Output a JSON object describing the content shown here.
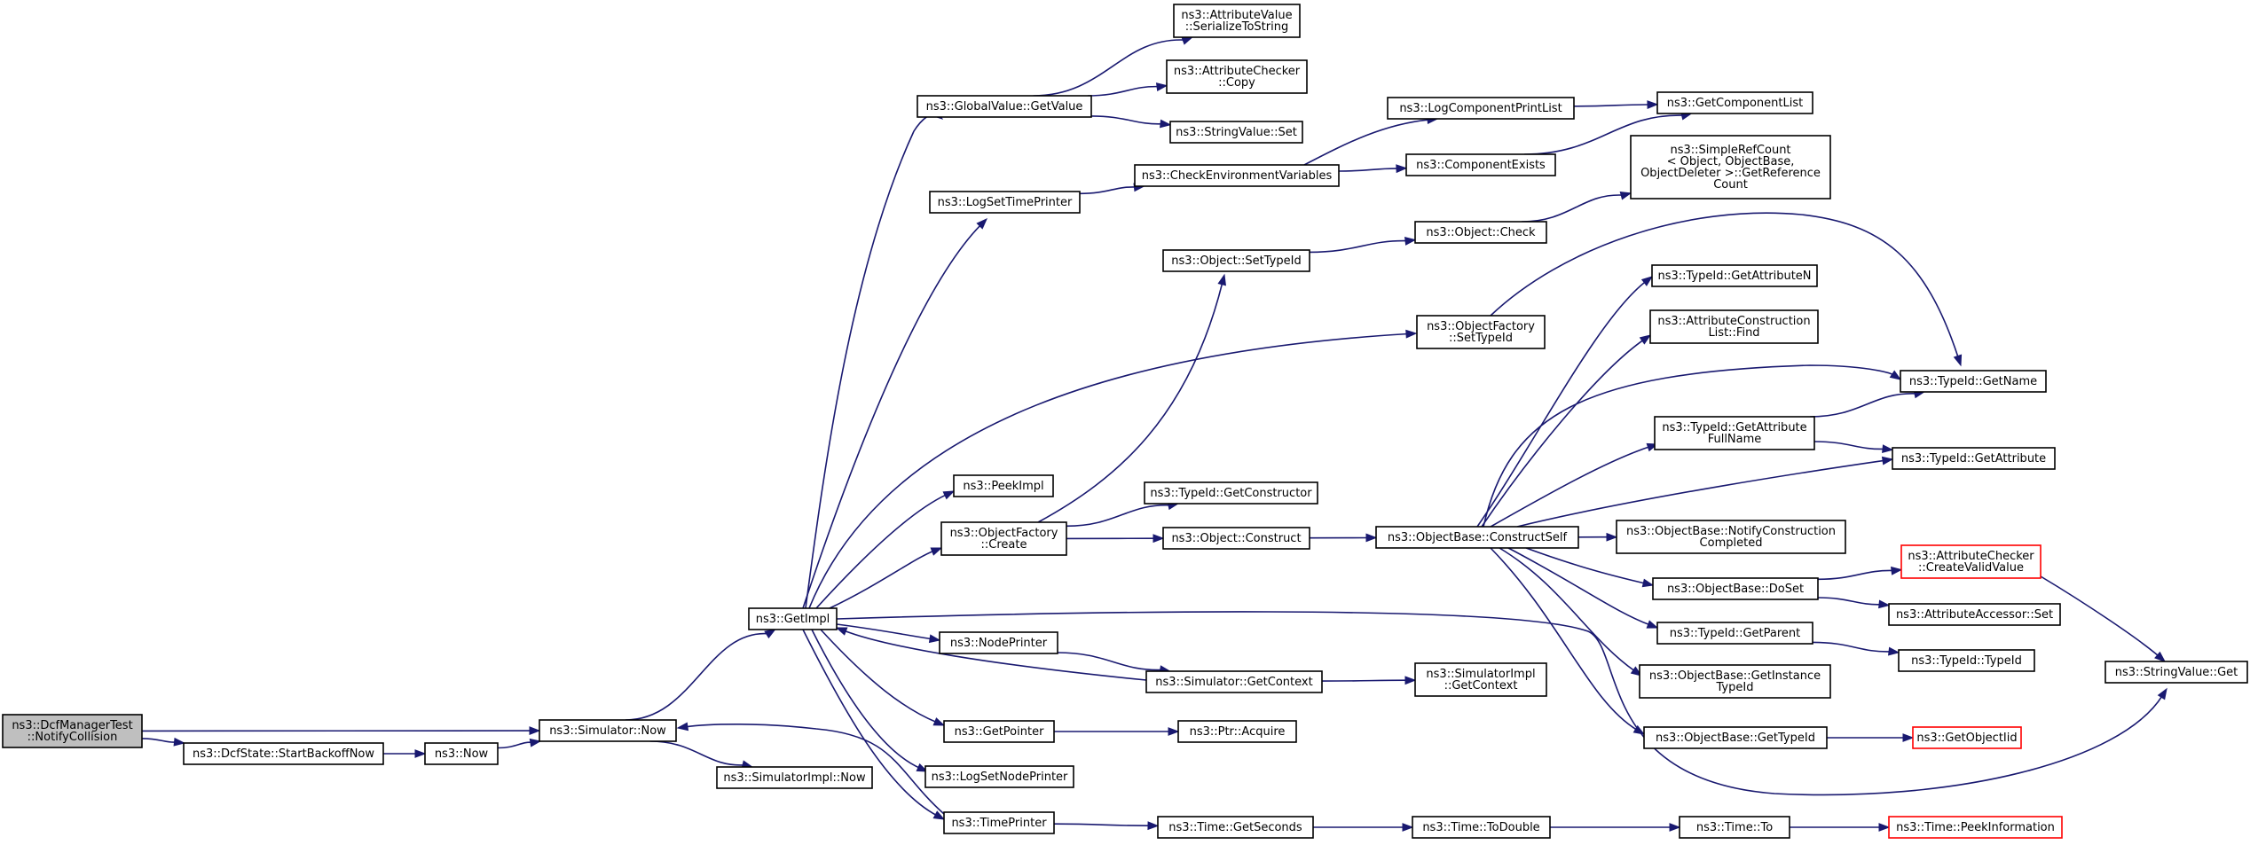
{
  "graph": {
    "nodes": [
      {
        "id": "root",
        "lines": [
          "ns3::DcfManagerTest",
          "::NotifyCollision"
        ],
        "style": "root"
      },
      {
        "id": "startBackoff",
        "lines": [
          "ns3::DcfState::StartBackoffNow"
        ]
      },
      {
        "id": "now",
        "lines": [
          "ns3::Now"
        ]
      },
      {
        "id": "simNow",
        "lines": [
          "ns3::Simulator::Now"
        ]
      },
      {
        "id": "simImplNow",
        "lines": [
          "ns3::SimulatorImpl::Now"
        ]
      },
      {
        "id": "getImpl",
        "lines": [
          "ns3::GetImpl"
        ]
      },
      {
        "id": "gvGetValue",
        "lines": [
          "ns3::GlobalValue::GetValue"
        ]
      },
      {
        "id": "avSerialize",
        "lines": [
          "ns3::AttributeValue",
          "::SerializeToString"
        ]
      },
      {
        "id": "acCopy",
        "lines": [
          "ns3::AttributeChecker",
          "::Copy"
        ]
      },
      {
        "id": "svSet",
        "lines": [
          "ns3::StringValue::Set"
        ]
      },
      {
        "id": "logSetTime",
        "lines": [
          "ns3::LogSetTimePrinter"
        ]
      },
      {
        "id": "checkEnv",
        "lines": [
          "ns3::CheckEnvironmentVariables"
        ]
      },
      {
        "id": "logCompPrint",
        "lines": [
          "ns3::LogComponentPrintList"
        ]
      },
      {
        "id": "getCompList",
        "lines": [
          "ns3::GetComponentList"
        ]
      },
      {
        "id": "compExists",
        "lines": [
          "ns3::ComponentExists"
        ]
      },
      {
        "id": "simpleRef",
        "lines": [
          "ns3::SimpleRefCount",
          "< Object, ObjectBase,",
          " ObjectDeleter >::GetReference",
          "Count"
        ]
      },
      {
        "id": "objSetTypeId",
        "lines": [
          "ns3::Object::SetTypeId"
        ]
      },
      {
        "id": "objCheck",
        "lines": [
          "ns3::Object::Check"
        ]
      },
      {
        "id": "ofSetTypeId",
        "lines": [
          "ns3::ObjectFactory",
          "::SetTypeId"
        ]
      },
      {
        "id": "tidGetAttrN",
        "lines": [
          "ns3::TypeId::GetAttributeN"
        ]
      },
      {
        "id": "acListFind",
        "lines": [
          "ns3::AttributeConstruction",
          "List::Find"
        ]
      },
      {
        "id": "tidGetName",
        "lines": [
          "ns3::TypeId::GetName"
        ]
      },
      {
        "id": "tidGetAttrFull",
        "lines": [
          "ns3::TypeId::GetAttribute",
          "FullName"
        ]
      },
      {
        "id": "tidGetAttr",
        "lines": [
          "ns3::TypeId::GetAttribute"
        ]
      },
      {
        "id": "peekImpl",
        "lines": [
          "ns3::PeekImpl"
        ]
      },
      {
        "id": "tidGetCtor",
        "lines": [
          "ns3::TypeId::GetConstructor"
        ]
      },
      {
        "id": "ofCreate",
        "lines": [
          "ns3::ObjectFactory",
          "::Create"
        ]
      },
      {
        "id": "objConstruct",
        "lines": [
          "ns3::Object::Construct"
        ]
      },
      {
        "id": "obConstructSelf",
        "lines": [
          "ns3::ObjectBase::ConstructSelf"
        ]
      },
      {
        "id": "obNotifyConstr",
        "lines": [
          "ns3::ObjectBase::NotifyConstruction",
          "Completed"
        ]
      },
      {
        "id": "acCreateValid",
        "lines": [
          "ns3::AttributeChecker",
          "::CreateValidValue"
        ],
        "style": "trunc"
      },
      {
        "id": "obDoSet",
        "lines": [
          "ns3::ObjectBase::DoSet"
        ]
      },
      {
        "id": "aaSet",
        "lines": [
          "ns3::AttributeAccessor::Set"
        ]
      },
      {
        "id": "tidGetParent",
        "lines": [
          "ns3::TypeId::GetParent"
        ]
      },
      {
        "id": "tidTypeId",
        "lines": [
          "ns3::TypeId::TypeId"
        ]
      },
      {
        "id": "svGet",
        "lines": [
          "ns3::StringValue::Get"
        ]
      },
      {
        "id": "obGetInstTid",
        "lines": [
          "ns3::ObjectBase::GetInstance",
          "TypeId"
        ]
      },
      {
        "id": "obGetTypeId",
        "lines": [
          "ns3::ObjectBase::GetTypeId"
        ]
      },
      {
        "id": "getObjectIid",
        "lines": [
          "ns3::GetObjectIid"
        ],
        "style": "trunc"
      },
      {
        "id": "nodePrinter",
        "lines": [
          "ns3::NodePrinter"
        ]
      },
      {
        "id": "simGetContext",
        "lines": [
          "ns3::Simulator::GetContext"
        ]
      },
      {
        "id": "simImplGetContext",
        "lines": [
          "ns3::SimulatorImpl",
          "::GetContext"
        ]
      },
      {
        "id": "getPointer",
        "lines": [
          "ns3::GetPointer"
        ]
      },
      {
        "id": "ptrAcquire",
        "lines": [
          "ns3::Ptr::Acquire"
        ]
      },
      {
        "id": "logSetNode",
        "lines": [
          "ns3::LogSetNodePrinter"
        ]
      },
      {
        "id": "timePrinter",
        "lines": [
          "ns3::TimePrinter"
        ]
      },
      {
        "id": "timeGetSeconds",
        "lines": [
          "ns3::Time::GetSeconds"
        ]
      },
      {
        "id": "timeToDouble",
        "lines": [
          "ns3::Time::ToDouble"
        ]
      },
      {
        "id": "timeTo",
        "lines": [
          "ns3::Time::To"
        ]
      },
      {
        "id": "timePeekInfo",
        "lines": [
          "ns3::Time::PeekInformation"
        ],
        "style": "trunc"
      }
    ],
    "edges": [
      [
        "root",
        "simNow"
      ],
      [
        "root",
        "startBackoff"
      ],
      [
        "startBackoff",
        "now"
      ],
      [
        "now",
        "simNow"
      ],
      [
        "simNow",
        "getImpl"
      ],
      [
        "simNow",
        "simImplNow"
      ],
      [
        "getImpl",
        "gvGetValue"
      ],
      [
        "gvGetValue",
        "avSerialize"
      ],
      [
        "gvGetValue",
        "acCopy"
      ],
      [
        "gvGetValue",
        "svSet"
      ],
      [
        "getImpl",
        "logSetTime"
      ],
      [
        "logSetTime",
        "checkEnv"
      ],
      [
        "checkEnv",
        "logCompPrint"
      ],
      [
        "checkEnv",
        "compExists"
      ],
      [
        "logCompPrint",
        "getCompList"
      ],
      [
        "compExists",
        "getCompList"
      ],
      [
        "ofCreate",
        "objSetTypeId"
      ],
      [
        "objSetTypeId",
        "objCheck"
      ],
      [
        "objCheck",
        "simpleRef"
      ],
      [
        "getImpl",
        "ofSetTypeId"
      ],
      [
        "ofSetTypeId",
        "tidGetName"
      ],
      [
        "getImpl",
        "peekImpl"
      ],
      [
        "getImpl",
        "ofCreate"
      ],
      [
        "ofCreate",
        "tidGetCtor"
      ],
      [
        "ofCreate",
        "objConstruct"
      ],
      [
        "objConstruct",
        "obConstructSelf"
      ],
      [
        "obConstructSelf",
        "tidGetAttrN"
      ],
      [
        "obConstructSelf",
        "acListFind"
      ],
      [
        "obConstructSelf",
        "tidGetName"
      ],
      [
        "obConstructSelf",
        "tidGetAttrFull"
      ],
      [
        "tidGetAttrFull",
        "tidGetName"
      ],
      [
        "tidGetAttrFull",
        "tidGetAttr"
      ],
      [
        "obConstructSelf",
        "tidGetAttr"
      ],
      [
        "obConstructSelf",
        "obNotifyConstr"
      ],
      [
        "obConstructSelf",
        "obDoSet"
      ],
      [
        "obDoSet",
        "acCreateValid"
      ],
      [
        "obDoSet",
        "aaSet"
      ],
      [
        "acCreateValid",
        "svGet"
      ],
      [
        "obConstructSelf",
        "tidGetParent"
      ],
      [
        "tidGetParent",
        "tidTypeId"
      ],
      [
        "obConstructSelf",
        "obGetInstTid"
      ],
      [
        "obConstructSelf",
        "obGetTypeId"
      ],
      [
        "obGetTypeId",
        "getObjectIid"
      ],
      [
        "getImpl",
        "svGet"
      ],
      [
        "getImpl",
        "nodePrinter"
      ],
      [
        "nodePrinter",
        "simGetContext"
      ],
      [
        "simGetContext",
        "getImpl"
      ],
      [
        "simGetContext",
        "simImplGetContext"
      ],
      [
        "getImpl",
        "getPointer"
      ],
      [
        "getPointer",
        "ptrAcquire"
      ],
      [
        "getImpl",
        "logSetNode"
      ],
      [
        "getImpl",
        "timePrinter"
      ],
      [
        "timePrinter",
        "simNow"
      ],
      [
        "timePrinter",
        "timeGetSeconds"
      ],
      [
        "timeGetSeconds",
        "timeToDouble"
      ],
      [
        "timeToDouble",
        "timeTo"
      ],
      [
        "timeTo",
        "timePeekInfo"
      ]
    ]
  }
}
